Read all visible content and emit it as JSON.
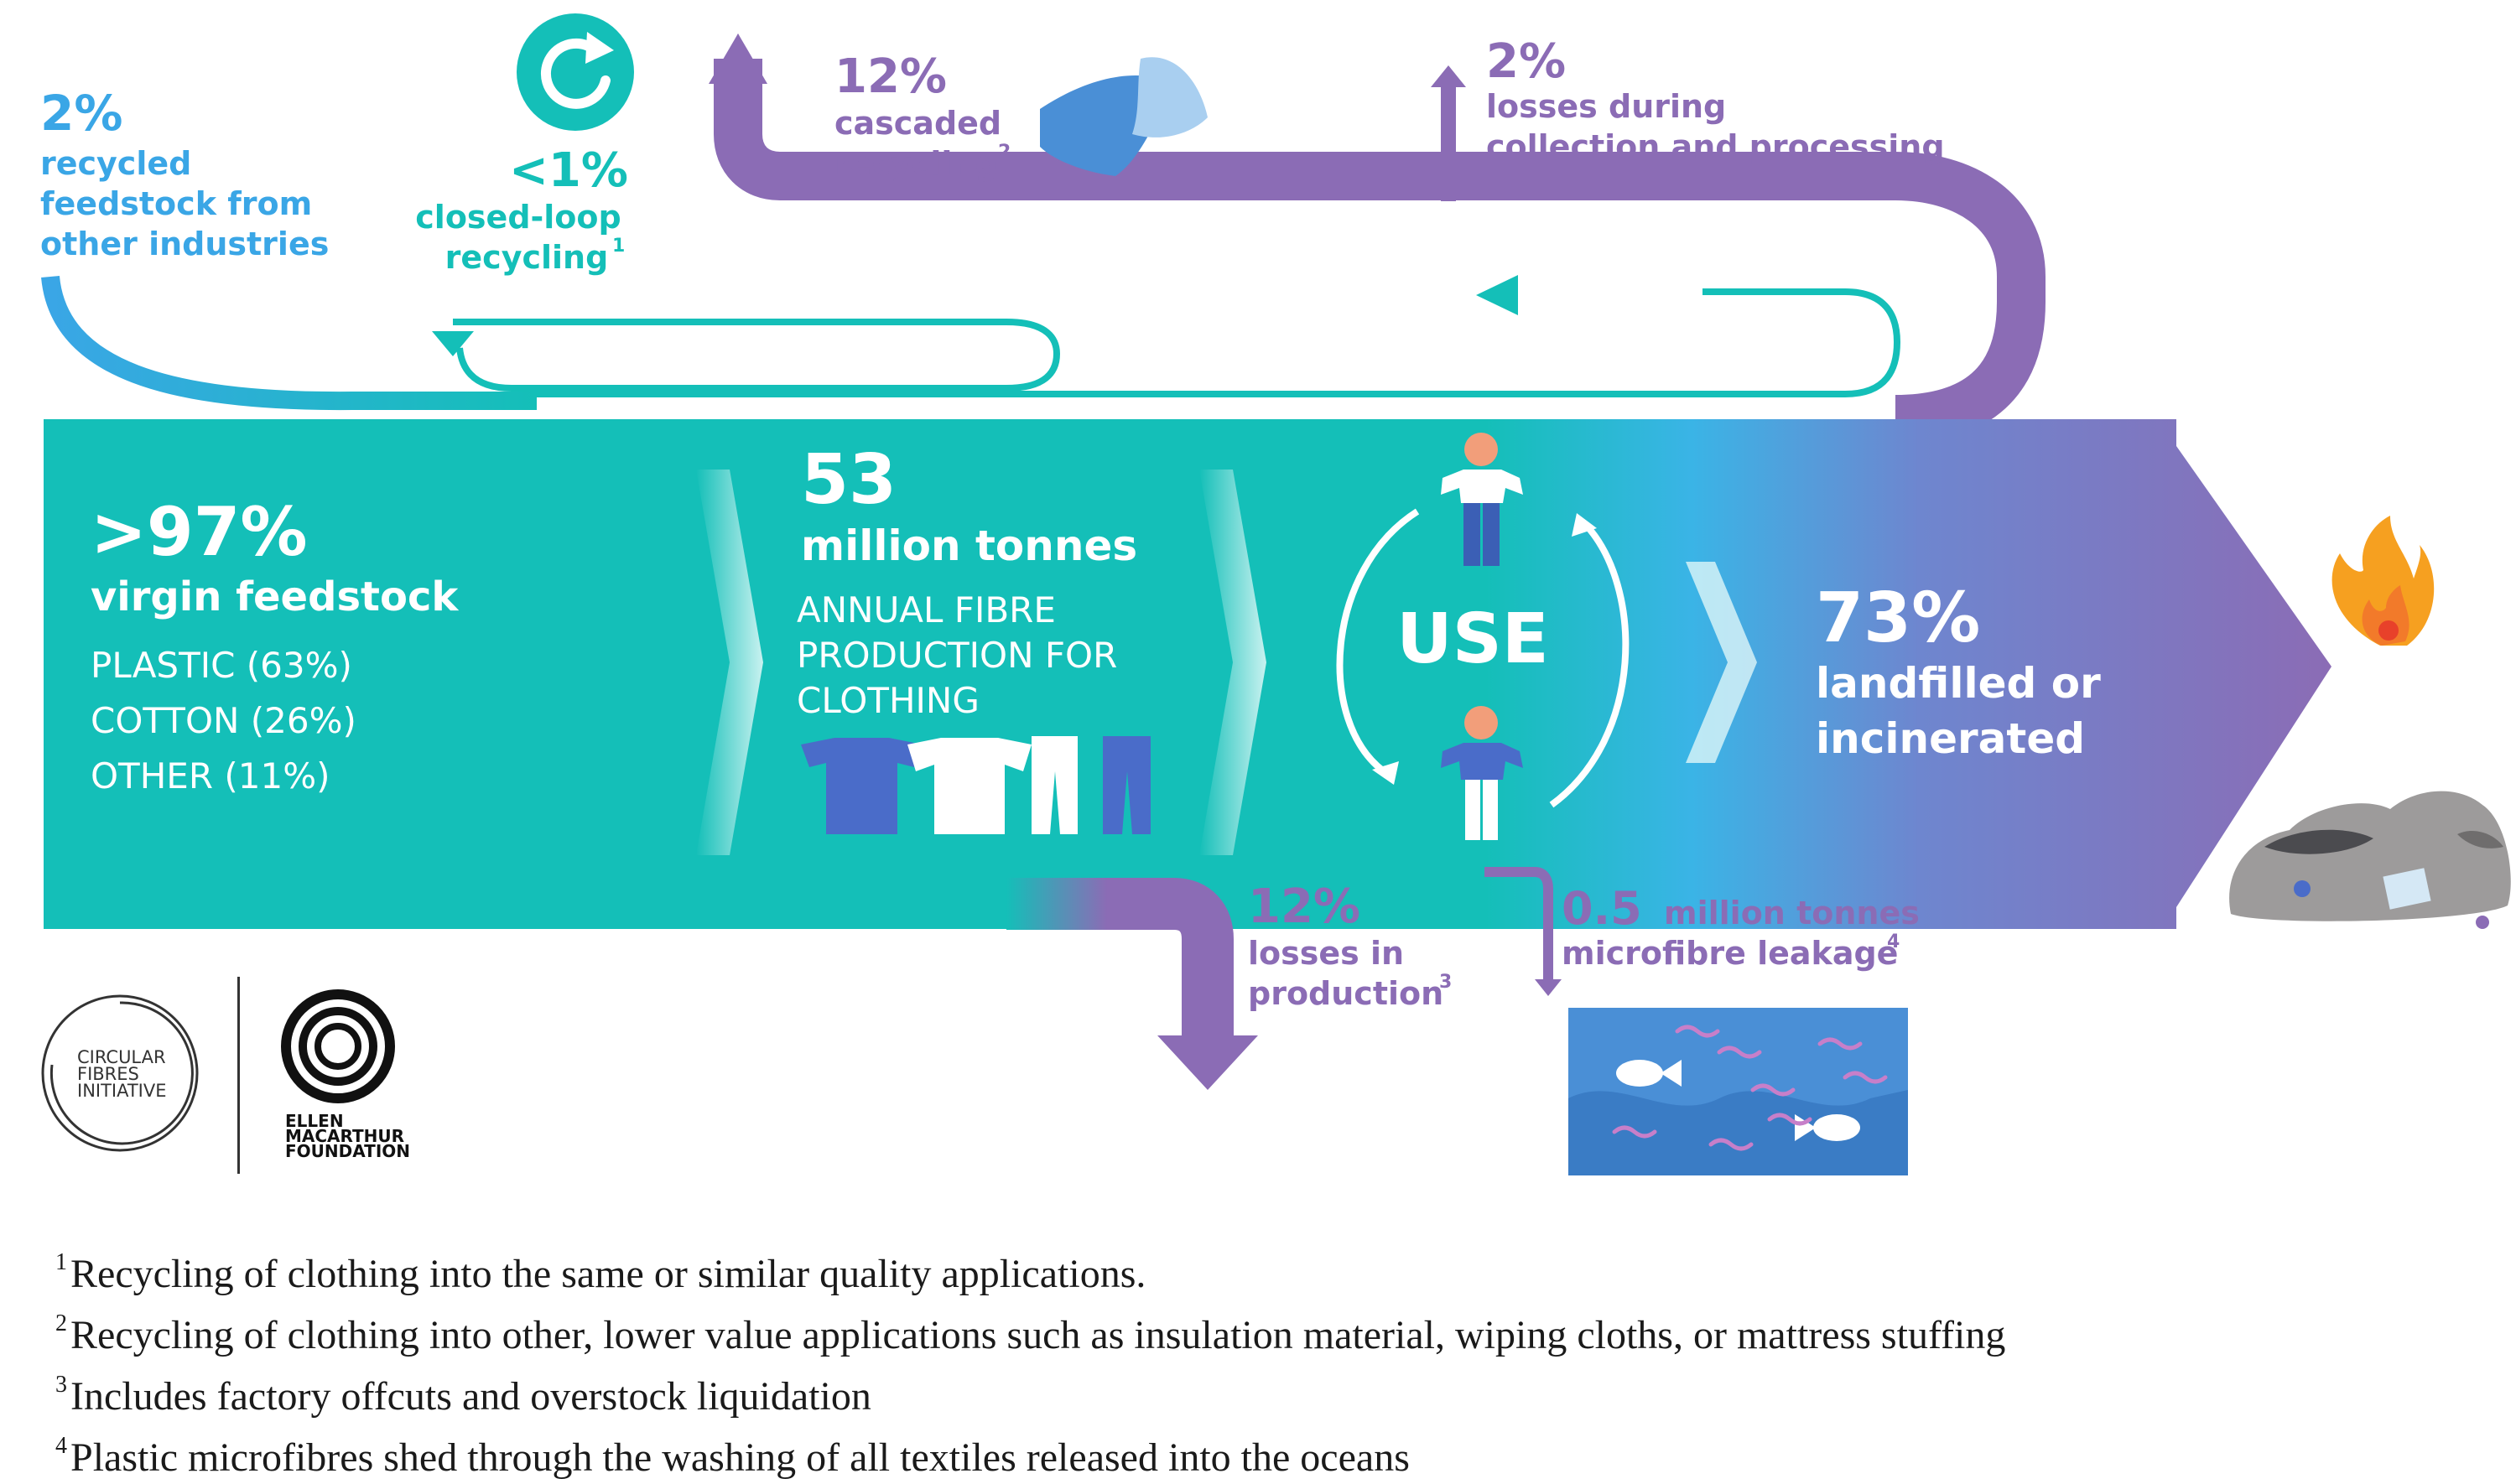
{
  "colors": {
    "teal": "#14BFB8",
    "teal_dark": "#0FA9A3",
    "purple": "#8B6CB5",
    "blue": "#3AA6E6",
    "water": "#4A8FD6",
    "text_white": "#FFFFFF"
  },
  "labels": {
    "recycled_other": {
      "pct": "2%",
      "lines": [
        "recycled",
        "feedstock from",
        "other industries"
      ]
    },
    "closed_loop": {
      "pct": "<1%",
      "lines": [
        "closed-loop",
        "recycling"
      ],
      "sup": "1"
    },
    "cascaded": {
      "pct": "12%",
      "lines": [
        "cascaded",
        "recycling"
      ],
      "sup": "2"
    },
    "collection_losses": {
      "pct": "2%",
      "lines": [
        "losses during",
        "collection and processing"
      ]
    },
    "virgin": {
      "pct": ">97%",
      "title": "virgin feedstock",
      "items": [
        "PLASTIC (63%)",
        "COTTON (26%)",
        "OTHER (11%)"
      ]
    },
    "production": {
      "number": "53",
      "unit": "million tonnes",
      "lines": [
        "ANNUAL FIBRE",
        "PRODUCTION FOR",
        "CLOTHING"
      ]
    },
    "use": "USE",
    "landfill": {
      "pct": "73%",
      "lines": [
        "landfilled or",
        "incinerated"
      ]
    },
    "production_losses": {
      "pct": "12%",
      "lines": [
        "losses in",
        "production"
      ],
      "sup": "3"
    },
    "microfibre": {
      "value": "0.5",
      "unit": "million tonnes",
      "line2": "microfibre leakage",
      "sup": "4"
    }
  },
  "logos": {
    "cfi": [
      "CIRCULAR",
      "FIBRES",
      "INITIATIVE"
    ],
    "emf": [
      "ELLEN",
      "MACARTHUR",
      "FOUNDATION"
    ]
  },
  "footnotes": [
    {
      "num": "1",
      "text": "Recycling of clothing into the same or similar quality applications."
    },
    {
      "num": "2",
      "text": "Recycling of clothing into other, lower value applications such as insulation material, wiping cloths, or mattress stuffing"
    },
    {
      "num": "3",
      "text": "Includes factory offcuts and overstock liquidation"
    },
    {
      "num": "4",
      "text": "Plastic microfibres shed through the washing of all textiles released into the oceans"
    }
  ]
}
